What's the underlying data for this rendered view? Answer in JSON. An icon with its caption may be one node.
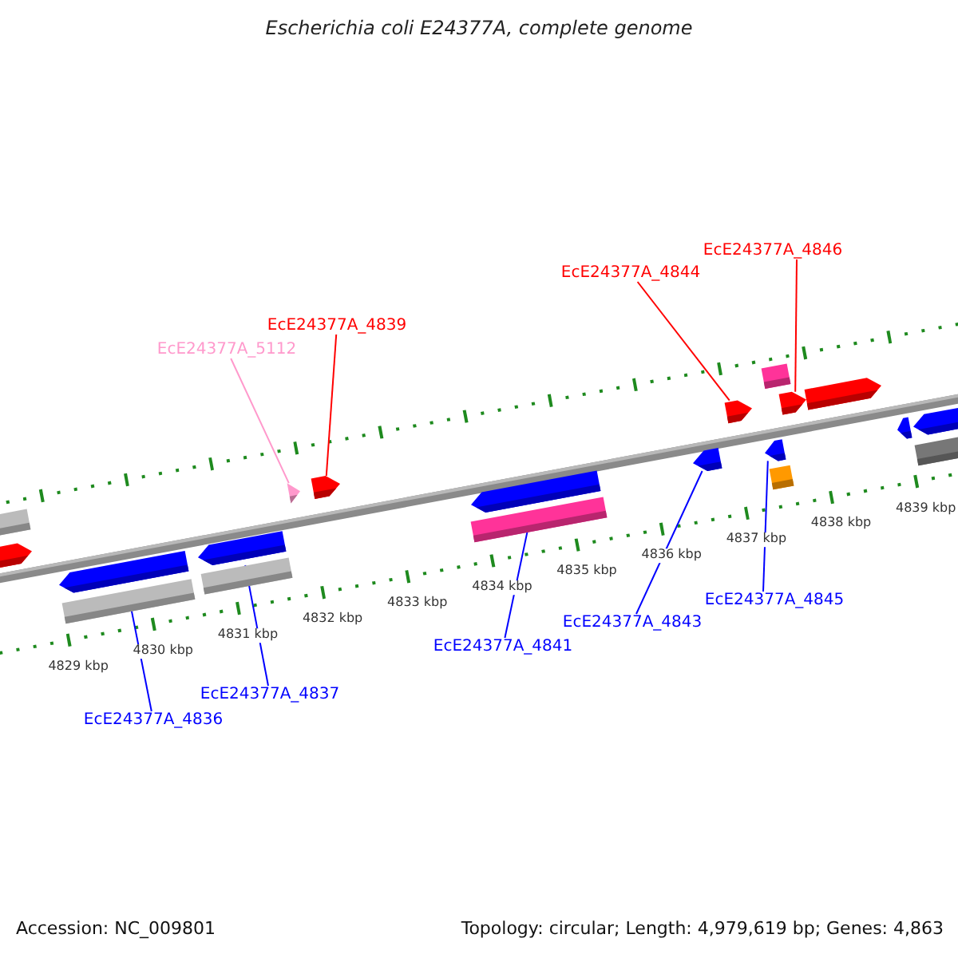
{
  "diagram": {
    "title": "Escherichia coli E24377A, complete genome",
    "nodes": [
      {
        "text": [
          "EcE24377A_4846"
        ]
      },
      {
        "text": [
          "EcE24377A_4844"
        ]
      },
      {
        "text": [
          "EcE24377A_4839"
        ]
      },
      {
        "text": [
          "EcE24377A_5112"
        ]
      },
      {
        "text": [
          "EcE24377A_4845"
        ]
      },
      {
        "text": [
          "EcE24377A_4843"
        ]
      },
      {
        "text": [
          "EcE24377A_4841"
        ]
      },
      {
        "text": [
          "EcE24377A_4837"
        ]
      },
      {
        "text": [
          "EcE24377A_4836"
        ]
      },
      {
        "text": [],
        "shape": "box"
      },
      {
        "text": [],
        "shape": "arrow"
      },
      {
        "text": [],
        "shape": "arrow"
      },
      {
        "text": [],
        "shape": "box"
      },
      {
        "text": [],
        "shape": "arrow"
      },
      {
        "text": [],
        "shape": "box"
      },
      {
        "text": [],
        "shape": "triangle"
      },
      {
        "text": [],
        "shape": "arrow"
      },
      {
        "text": [],
        "shape": "arrow"
      },
      {
        "text": [],
        "shape": "box"
      },
      {
        "text": [],
        "shape": "arrow"
      },
      {
        "text": [],
        "shape": "arrow"
      },
      {
        "text": [],
        "shape": "arrow"
      },
      {
        "text": [],
        "shape": "box"
      },
      {
        "text": [],
        "shape": "box"
      },
      {
        "text": [],
        "shape": "arrow"
      },
      {
        "text": [],
        "shape": "arrow"
      },
      {
        "text": [],
        "shape": "arrow"
      },
      {
        "text": [],
        "shape": "arrow"
      },
      {
        "text": [],
        "shape": "box"
      }
    ],
    "edges": [
      {
        "from": 0,
        "to": 24,
        "arrow": "none",
        "color": "#ff0000"
      },
      {
        "from": 1,
        "to": 20,
        "arrow": "none",
        "color": "#ff0000"
      },
      {
        "from": 2,
        "to": 16,
        "arrow": "none",
        "color": "#ff0000"
      },
      {
        "from": 3,
        "to": 15,
        "arrow": "none",
        "color": "#ff99cc"
      },
      {
        "from": 4,
        "to": 21,
        "arrow": "none"
      },
      {
        "from": 5,
        "to": 19,
        "arrow": "none"
      },
      {
        "from": 6,
        "to": 17,
        "arrow": "none"
      },
      {
        "from": 7,
        "to": 13,
        "arrow": "none"
      },
      {
        "from": 8,
        "to": 11,
        "arrow": "none"
      }
    ],
    "labels": [
      "4839 kbp",
      "4838 kbp",
      "4837 kbp",
      "4836 kbp",
      "4835 kbp",
      "4834 kbp",
      "4833 kbp",
      "4832 kbp",
      "4831 kbp",
      "4830 kbp",
      "4829 kbp",
      "Accession: NC_009801",
      "Topology: circular; Length: 4,979,619 bp; Genes: 4,863"
    ]
  }
}
